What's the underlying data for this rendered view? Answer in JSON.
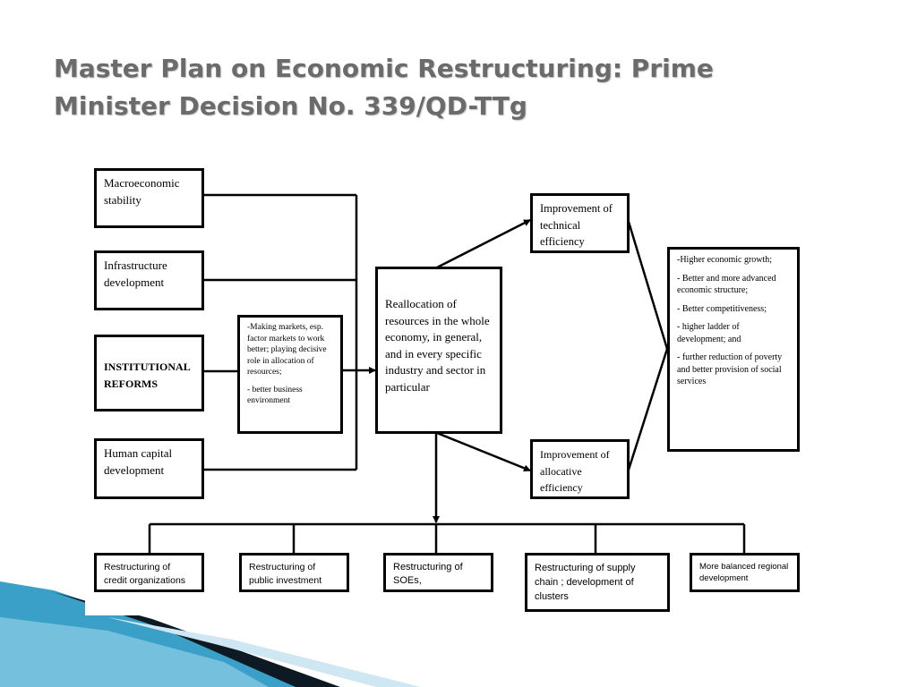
{
  "slide": {
    "title_line1": "Master Plan on Economic Restructuring: Prime",
    "title_line2": "Minister Decision No. 339/QD-TTg"
  },
  "inputs": {
    "macro": [
      "Macroeconomic",
      "stability"
    ],
    "infra": [
      "Infrastructure",
      "development"
    ],
    "institutional": [
      "INSTITUTIONAL",
      "REFORMS"
    ],
    "human": [
      "Human capital",
      "development"
    ]
  },
  "institutional_detail": {
    "item1": "-Making markets, esp. factor markets to work better; playing decisive role in allocation of resources;",
    "item2": "- better business environment"
  },
  "center": {
    "text": "Reallocation of resources in the whole economy, in general, and in every specific industry and sector in particular"
  },
  "efficiency": {
    "technical": "Improvement of technical efficiency",
    "allocative": "Improvement of allocative efficiency"
  },
  "outcomes": [
    "-Higher economic growth;",
    "- Better and more advanced economic structure;",
    "- Better competitiveness;",
    "- higher ladder of development; and",
    "- further reduction of poverty and better provision of social services"
  ],
  "restructuring": [
    "Restructuring of credit organizations",
    "Restructuring of public investment",
    "Restructuring of SOEs,",
    "Restructuring of supply chain ; development of clusters",
    "More balanced regional development"
  ]
}
